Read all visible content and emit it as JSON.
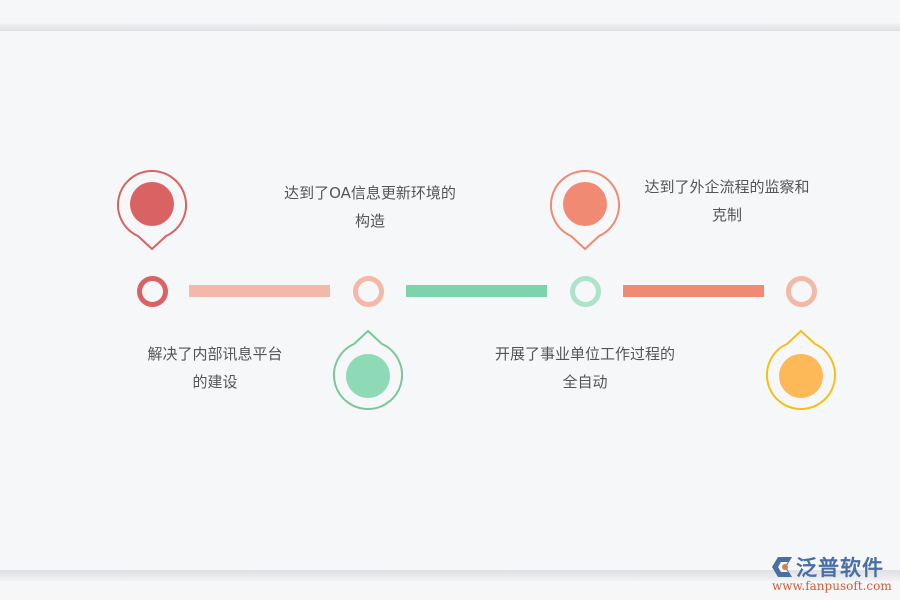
{
  "colors": {
    "background": "#f6f7f9",
    "red": "#d96263",
    "salmon": "#f3b8a8",
    "green": "#7dd3ac",
    "light_green": "#ade3cb",
    "orange": "#f08a72",
    "yellow_ring": "#f3c018",
    "yellow_fill": "#fdb858",
    "text": "#555555"
  },
  "timeline": {
    "nodes": [
      {
        "id": 1,
        "ring_color": "#d96263",
        "pin_position": "top",
        "pin_outline": "#d96263",
        "pin_fill": "#d96263",
        "caption_lines": [
          "解决了内部讯息平台",
          "的建设"
        ],
        "caption_position": "bottom"
      },
      {
        "id": 2,
        "ring_color": "#f3b8a8",
        "pin_position": "bottom",
        "pin_outline": "#7bc79d",
        "pin_fill": "#8ed9b6",
        "caption_lines": [
          "达到了OA信息更新环境的",
          "构造"
        ],
        "caption_position": "top"
      },
      {
        "id": 3,
        "ring_color": "#ade3cb",
        "pin_position": "top",
        "pin_outline": "#f08a72",
        "pin_fill": "#f08a72",
        "caption_lines": [
          "开展了事业单位工作过程的",
          "全自动"
        ],
        "caption_position": "bottom"
      },
      {
        "id": 4,
        "ring_color": "#f3b8a8",
        "pin_position": "bottom",
        "pin_outline": "#f3c018",
        "pin_fill": "#fdb858",
        "caption_lines": [
          "达到了外企流程的监察和",
          "克制"
        ],
        "caption_position": "top"
      }
    ],
    "connectors": [
      {
        "color": "#f3b8a8"
      },
      {
        "color": "#7dd3ac"
      },
      {
        "color": "#f08a72"
      }
    ]
  },
  "captions": {
    "c1_line1": "解决了内部讯息平台",
    "c1_line2": "的建设",
    "c2_line1": "达到了OA信息更新环境的",
    "c2_line2": "构造",
    "c3_line1": "开展了事业单位工作过程的",
    "c3_line2": "全自动",
    "c4_line1": "达到了外企流程的监察和",
    "c4_line2": "克制"
  },
  "watermark": {
    "brand": "泛普软件",
    "url": "www.fanpusoft.com"
  }
}
